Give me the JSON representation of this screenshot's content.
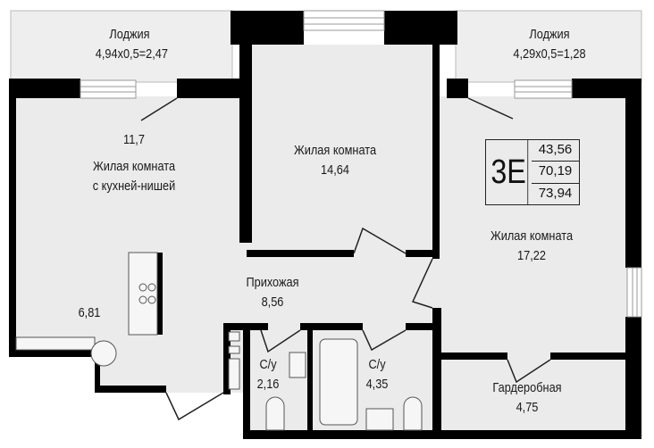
{
  "unit_code": "3E",
  "areas": {
    "living": "43,56",
    "total": "70,19",
    "total_with_loggias": "73,94"
  },
  "rooms": [
    {
      "name": "Лоджия",
      "area": "4,94x0,5=2,47"
    },
    {
      "name": "Лоджия",
      "area": "4,29x0,5=1,28"
    },
    {
      "name": "Жилая комната с кухней-нишей",
      "line1": "Жилая комната",
      "line2": "с кухней-нишей",
      "area": "11,7",
      "kitchen_area": "6,81"
    },
    {
      "name": "Жилая комната",
      "area": "14,64"
    },
    {
      "name": "Жилая комната",
      "area": "17,22"
    },
    {
      "name": "Прихожая",
      "area": "8,56"
    },
    {
      "name": "С/у",
      "area": "2,16"
    },
    {
      "name": "С/у",
      "area": "4,35"
    },
    {
      "name": "Гардеробная",
      "area": "4,75"
    }
  ],
  "colors": {
    "wall": "#000000",
    "floor": "#ebebeb",
    "loggia": "#eeeeee"
  }
}
